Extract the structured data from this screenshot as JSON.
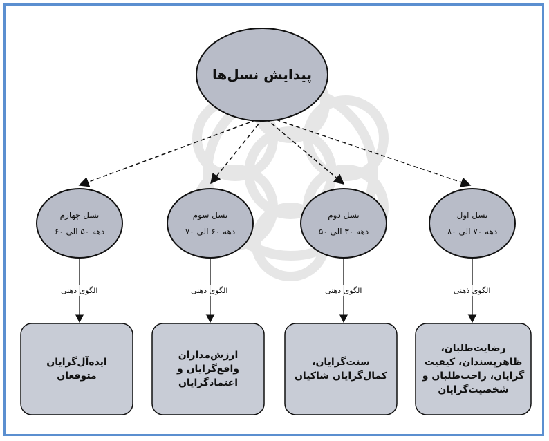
{
  "root": {
    "title": "پیدایش نسل‌ها"
  },
  "generations": [
    {
      "name": "نسل اول",
      "period": "دهه ۷۰ الی ۸۰",
      "edge_label": "الگوی ذهنی",
      "traits": "رضایت‌طلبان، ظاهرپسندان، کیفیت گرایان، راحت‌طلبان و شخصیت‌گرایان"
    },
    {
      "name": "نسل دوم",
      "period": "دهه ۳۰ الی ۵۰",
      "edge_label": "الگوی ذهنی",
      "traits": "سنت‌گرایان، کمال‌گرایان شاکیان"
    },
    {
      "name": "نسل سوم",
      "period": "دهه ۶۰ الی ۷۰",
      "edge_label": "الگوی ذهنی",
      "traits": "ارزش‌مداران واقع‌گرایان و اعتمادگرایان"
    },
    {
      "name": "نسل چهارم",
      "period": "دهه ۵۰ الی ۶۰",
      "edge_label": "الگوی ذهنی",
      "traits": "ایده‌آل‌گرایان متوقعان"
    }
  ],
  "colors": {
    "node_fill": "#b8bcc8",
    "box_fill": "#c8ccd6",
    "border": "#5b8fd0",
    "stroke": "#111111"
  }
}
